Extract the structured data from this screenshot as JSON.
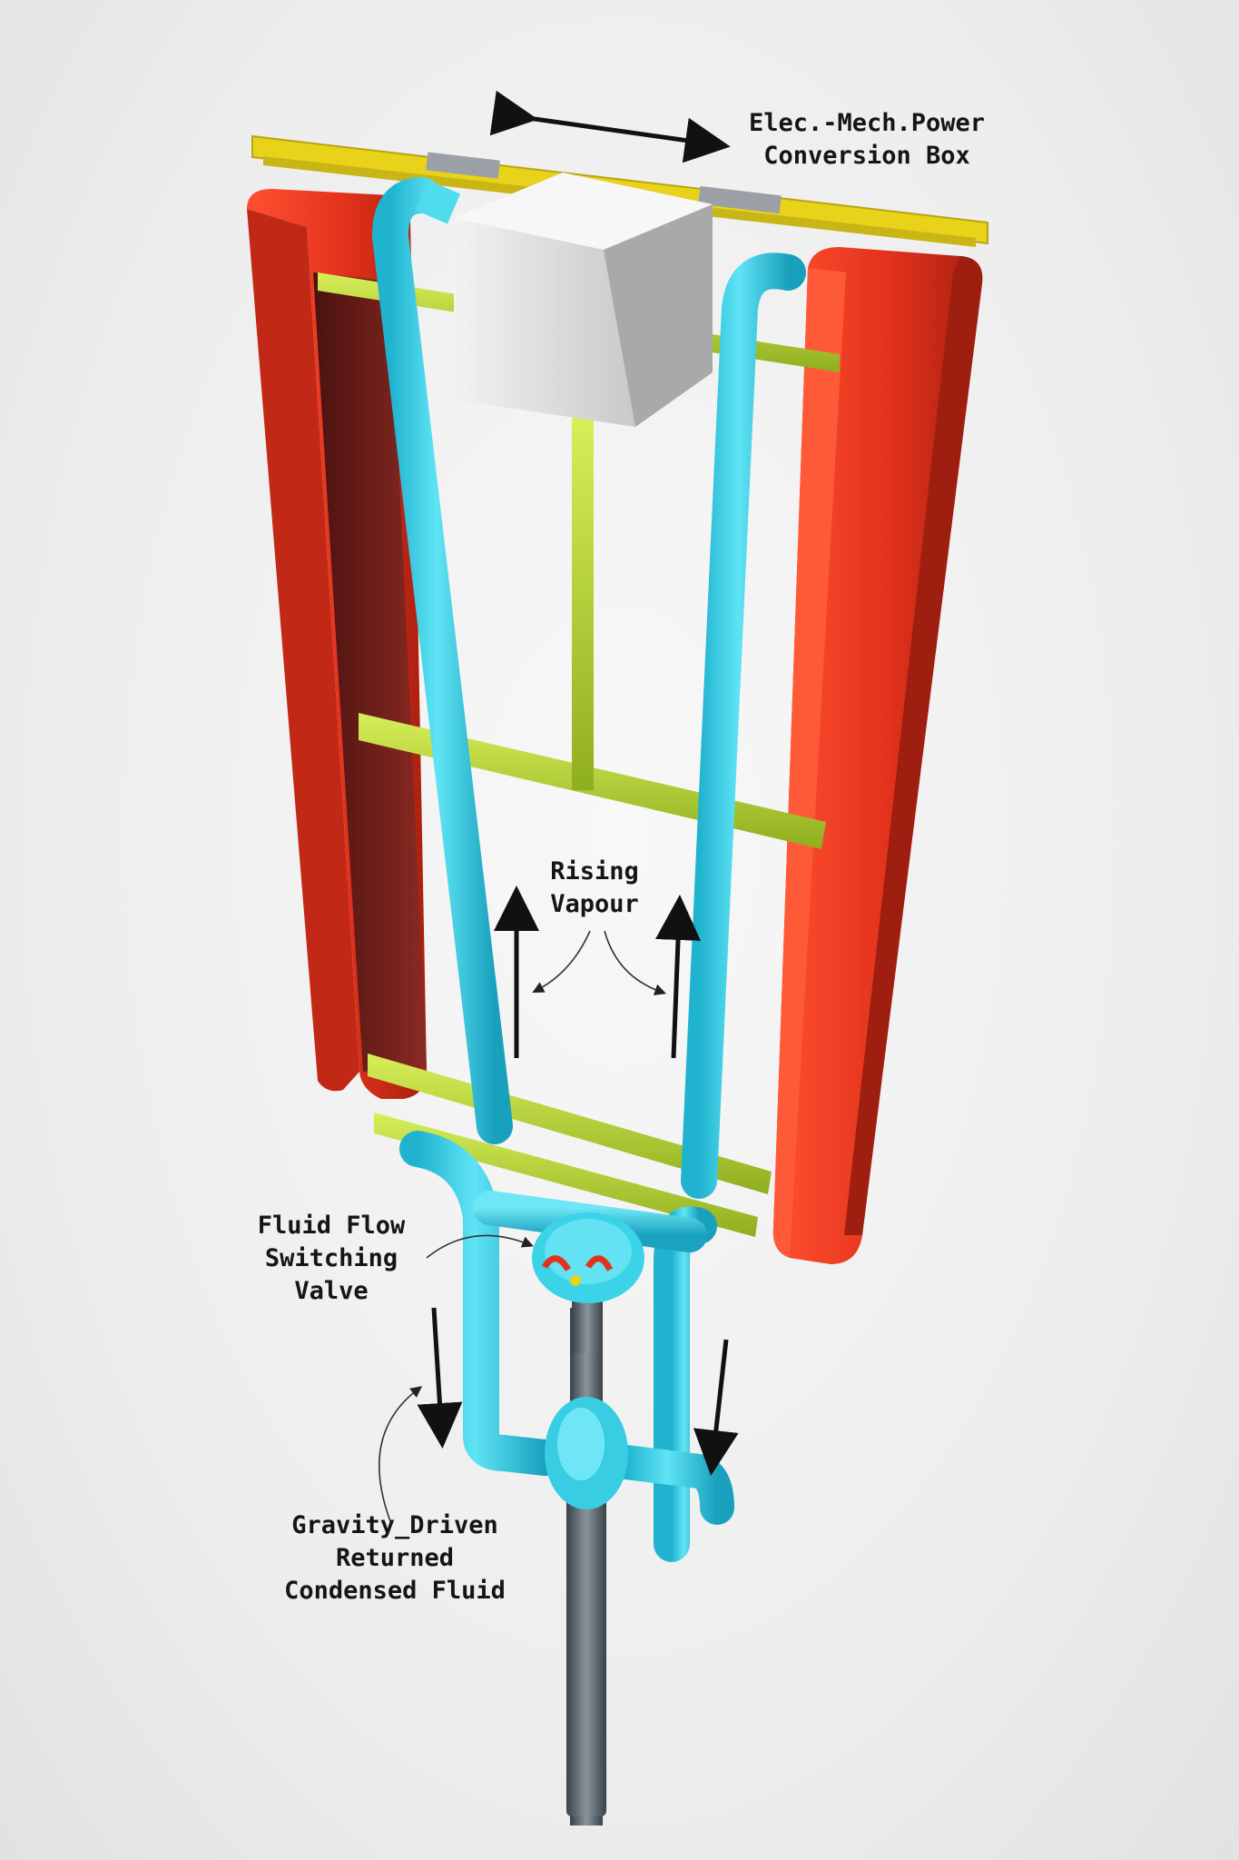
{
  "labels": {
    "power_box": {
      "line1": "Elec.-Mech.Power",
      "line2": "Conversion Box"
    },
    "rising_vapour": {
      "line1": "Rising",
      "line2": "Vapour"
    },
    "valve": {
      "line1": "Fluid Flow",
      "line2": "Switching",
      "line3": "Valve"
    },
    "gravity_return": {
      "line1": "Gravity_Driven",
      "line2": "Returned",
      "line3": "Condensed Fluid"
    }
  },
  "colors": {
    "collector": "#e2321c",
    "collector_dark": "#7a1a14",
    "pipe": "#3ad3e8",
    "pipe_shade": "#1fa9c4",
    "frame": "#b9d636",
    "frame_shade": "#8fae1f",
    "rail": "#e8d31a",
    "box": "#d2d2d2",
    "arrow": "#111111",
    "shaft": "#5d6770"
  }
}
